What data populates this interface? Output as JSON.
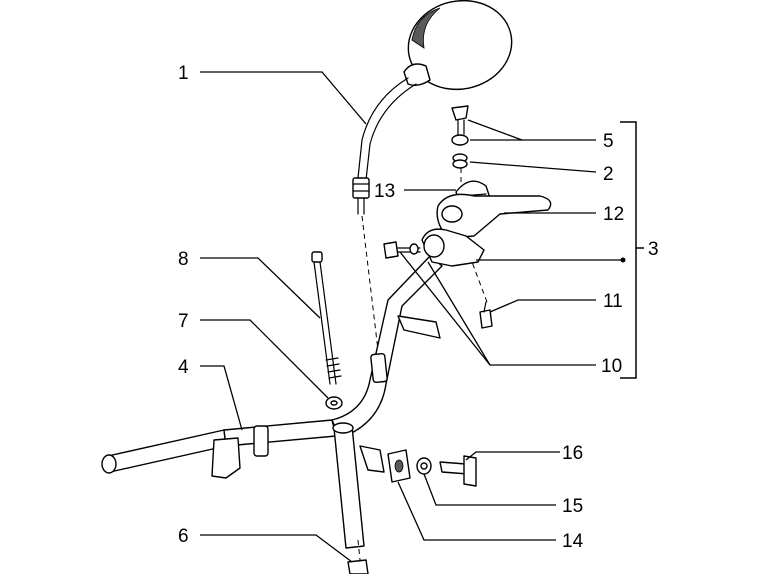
{
  "callouts": {
    "c1": "1",
    "c2": "2",
    "c3": "3",
    "c4": "4",
    "c5": "5",
    "c6": "6",
    "c7": "7",
    "c8": "8",
    "c10": "10",
    "c11": "11",
    "c12": "12",
    "c13": "13",
    "c14": "14",
    "c15": "15",
    "c16": "16"
  }
}
